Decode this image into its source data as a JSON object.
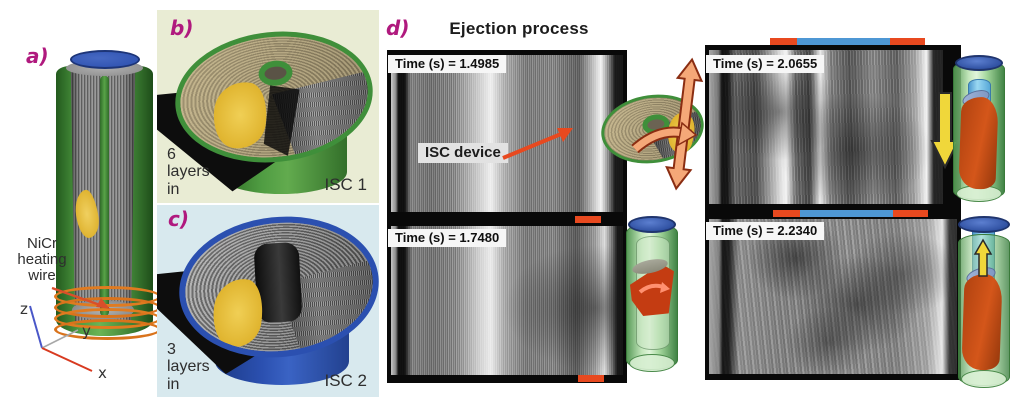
{
  "panel_a": {
    "label": "a)",
    "annotation": {
      "line1": "NiCr",
      "line2": "heating",
      "line3": "wire"
    },
    "axes": {
      "x": "x",
      "y": "y",
      "z": "z"
    }
  },
  "panel_b": {
    "label": "b)",
    "layers": {
      "line1": "6",
      "line2": "layers",
      "line3": "in"
    },
    "device": "ISC 1"
  },
  "panel_c": {
    "label": "c)",
    "layers": {
      "line1": "3",
      "line2": "layers",
      "line3": "in"
    },
    "device": "ISC 2"
  },
  "panel_d": {
    "label": "d)",
    "title": "Ejection process",
    "frames": [
      {
        "time": "Time (s) = 1.4985",
        "annotation": "ISC device"
      },
      {
        "time": "Time (s) = 1.7480"
      },
      {
        "time": "Time (s) = 2.0655"
      },
      {
        "time": "Time (s) = 2.2340"
      }
    ]
  },
  "colors": {
    "panel_label_magenta": "#b0197e",
    "panel_b_bg": "#e9ecd4",
    "panel_c_bg": "#d8e9ee",
    "marker_red": "#e8491f",
    "marker_blue": "#4e97d4",
    "arrow_yellow": "#f0d73a",
    "arrow_salmon": "#f5a878",
    "isc_yellow": "#ecc437",
    "case_green": "#3f8f3a",
    "case_blue": "#2b50b0",
    "cap_blue": "#3a63b5",
    "jellyroll_orange": "#c54a12",
    "heater_wire_orange": "#e07b20"
  }
}
